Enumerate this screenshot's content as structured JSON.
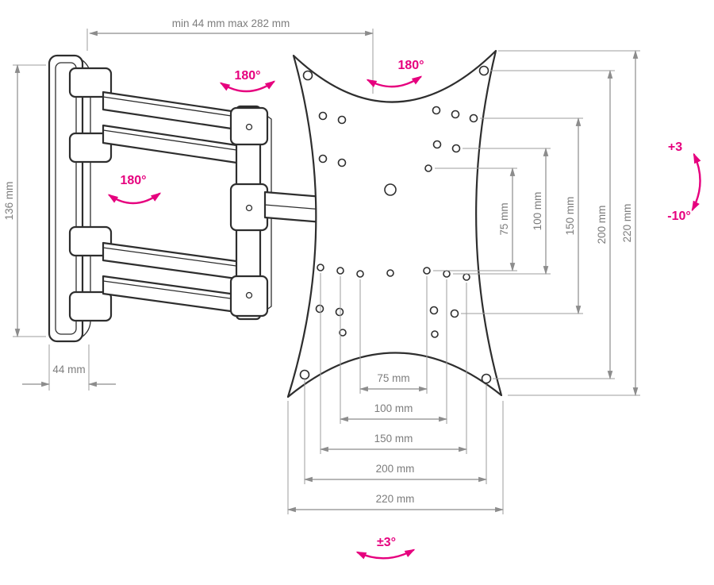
{
  "labels": {
    "dim_extension_range": "min 44 mm max 282 mm",
    "dim_bracket_height": "136 mm",
    "dim_wall_plate_width": "44 mm",
    "dim_v75": "75 mm",
    "dim_v100": "100 mm",
    "dim_v150": "150 mm",
    "dim_v200": "200 mm",
    "dim_v220": "220 mm",
    "dim_h75": "75 mm",
    "dim_h100": "100 mm",
    "dim_h150": "150 mm",
    "dim_h200": "200 mm",
    "dim_h220": "220 mm",
    "angle_swivel_elbow": "180°",
    "angle_swivel_plate": "180°",
    "angle_swivel_wall": "180°",
    "angle_tilt_up": "+3",
    "angle_tilt_down": "-10°",
    "angle_level": "±3°"
  },
  "colors": {
    "accent_pink": "#e6007e",
    "dimension_gray": "#8c8c8c",
    "outline_dark": "#2e2e2e",
    "background": "#ffffff"
  }
}
